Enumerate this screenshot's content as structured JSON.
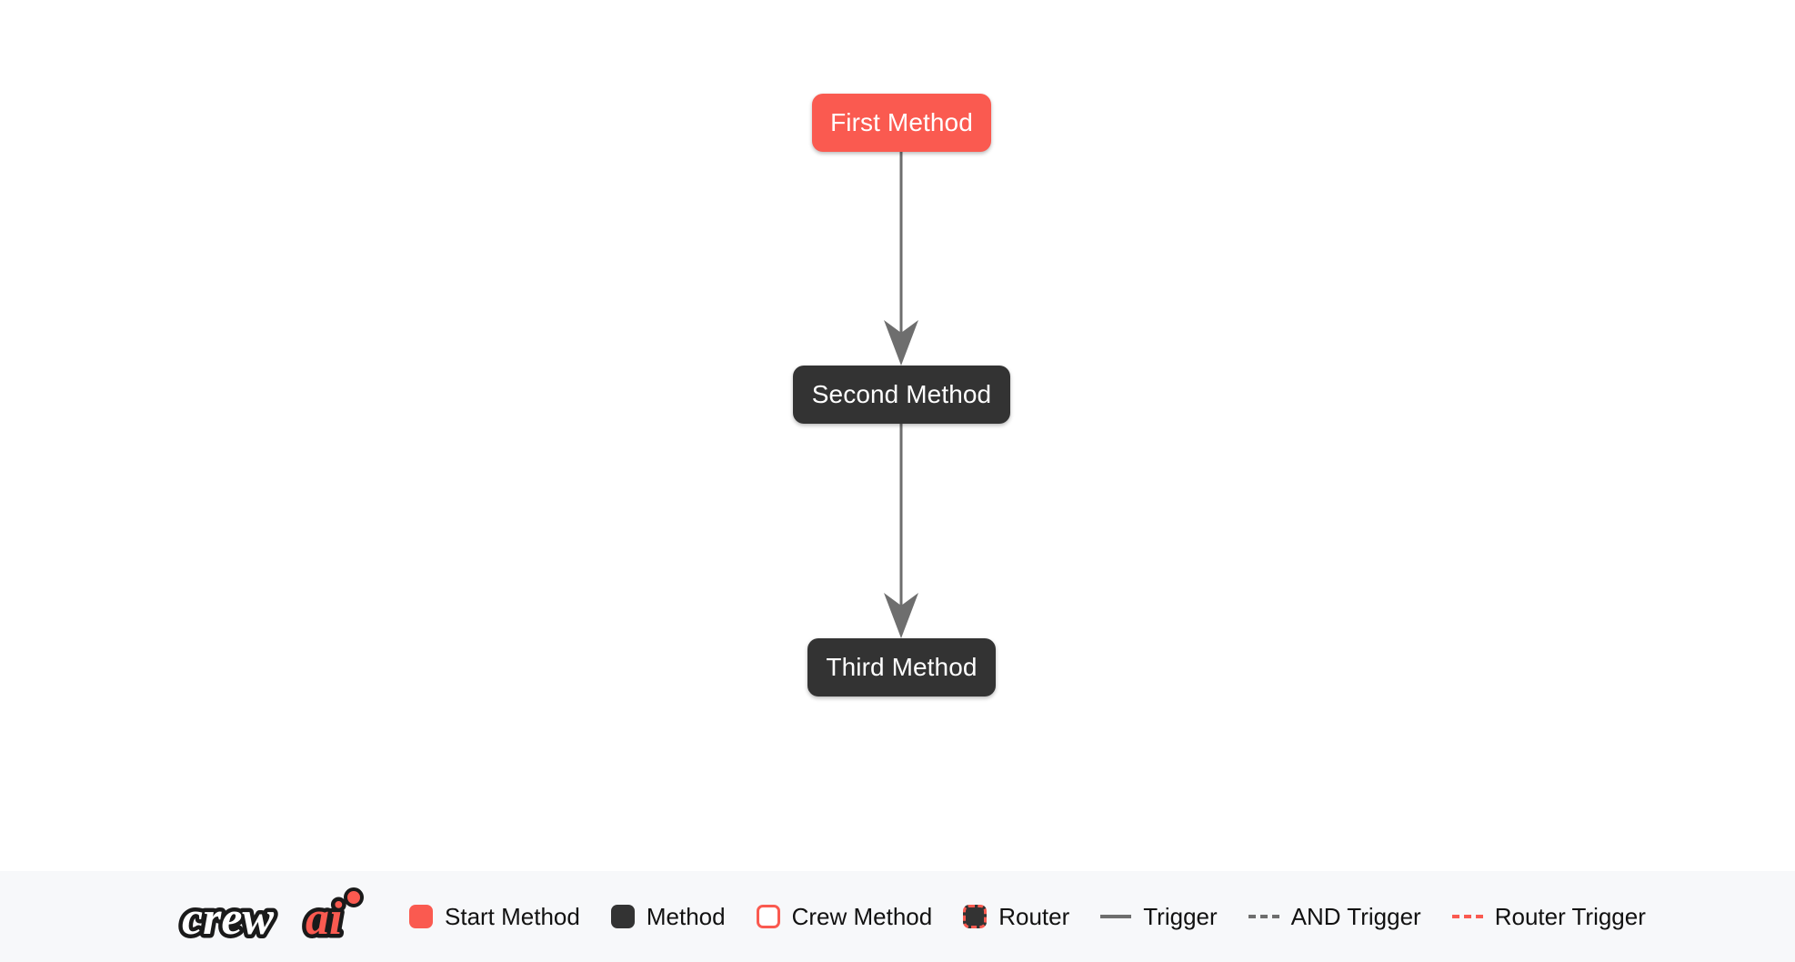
{
  "canvas": {
    "background": "#ffffff",
    "nodes": [
      {
        "id": "first",
        "label": "First Method",
        "type": "start-method",
        "color": "#fa5a50"
      },
      {
        "id": "second",
        "label": "Second Method",
        "type": "method",
        "color": "#333333"
      },
      {
        "id": "third",
        "label": "Third Method",
        "type": "method",
        "color": "#333333"
      }
    ],
    "edges": [
      {
        "from": "first",
        "to": "second",
        "style": "trigger",
        "color": "#6e6e6e"
      },
      {
        "from": "second",
        "to": "third",
        "style": "trigger",
        "color": "#6e6e6e"
      }
    ]
  },
  "legend": {
    "background": "#f7f8fa",
    "logo": {
      "name": "crewai-logo",
      "text_primary": "crew",
      "text_accent": "ai",
      "accent_color": "#fa5a50",
      "primary_color": "#ffffff",
      "outline_color": "#1a1a1a"
    },
    "items": [
      {
        "name": "start-method",
        "label": "Start Method",
        "marker": "swatch-filled",
        "color": "#fa5a50"
      },
      {
        "name": "method",
        "label": "Method",
        "marker": "swatch-filled",
        "color": "#333333"
      },
      {
        "name": "crew-method",
        "label": "Crew Method",
        "marker": "swatch-outline",
        "color": "#fa5a50"
      },
      {
        "name": "router",
        "label": "Router",
        "marker": "swatch-dashed",
        "color": "#fa5a50"
      },
      {
        "name": "trigger",
        "label": "Trigger",
        "marker": "line-solid",
        "color": "#6e6e6e"
      },
      {
        "name": "and-trigger",
        "label": "AND Trigger",
        "marker": "line-dashed",
        "color": "#6e6e6e"
      },
      {
        "name": "router-trigger",
        "label": "Router Trigger",
        "marker": "line-dashed",
        "color": "#fa5a50"
      }
    ]
  }
}
